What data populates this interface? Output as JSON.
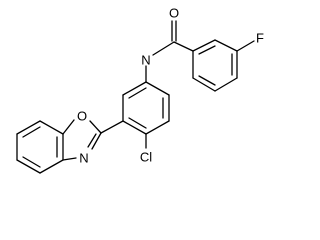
{
  "molecule": {
    "atoms": {
      "oxygen_carbonyl": "O",
      "nitrogen_amide": "N",
      "fluorine": "F",
      "chlorine": "Cl",
      "oxygen_oxazole": "O",
      "nitrogen_oxazole": "N"
    },
    "colors": {
      "bond": "#000000",
      "label": "#000000",
      "background": "#ffffff"
    }
  }
}
